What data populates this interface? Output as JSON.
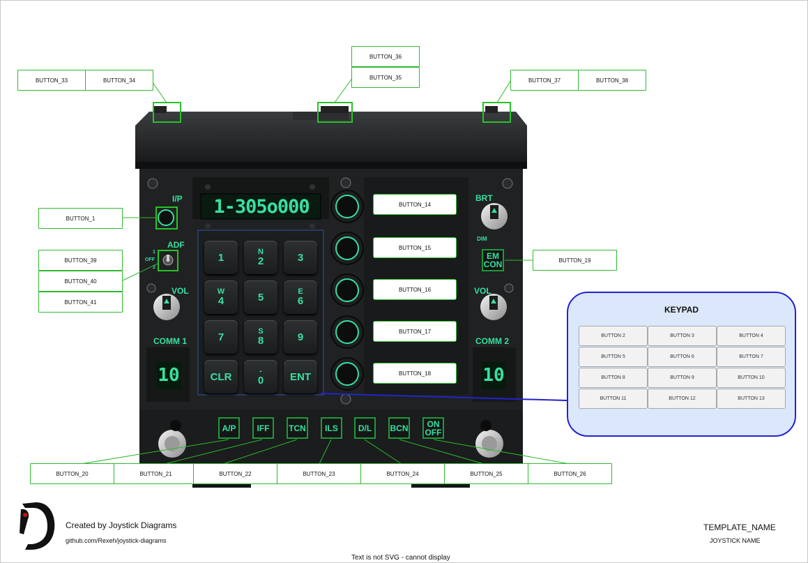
{
  "display": {
    "main": "1-305o000",
    "comm1": "10",
    "comm2": "10"
  },
  "labels": {
    "ip": "I/P",
    "adf": "ADF",
    "adf_1": "1",
    "adf_off": "OFF",
    "adf_2": "2",
    "vol_left": "VOL",
    "vol_right": "VOL",
    "brt": "BRT",
    "dim": "DIM",
    "comm1": "COMM 1",
    "comm2": "COMM 2",
    "em_con_1": "EM",
    "em_con_2": "CON"
  },
  "keypad_keys": [
    {
      "main": "1",
      "top": ""
    },
    {
      "main": "2",
      "top": "N"
    },
    {
      "main": "3",
      "top": ""
    },
    {
      "main": "4",
      "top": "W"
    },
    {
      "main": "5",
      "top": ""
    },
    {
      "main": "6",
      "top": "E"
    },
    {
      "main": "7",
      "top": ""
    },
    {
      "main": "8",
      "top": "S"
    },
    {
      "main": "9",
      "top": ""
    },
    {
      "main": "CLR",
      "top": ""
    },
    {
      "main": "0",
      "top": "-"
    },
    {
      "main": "ENT",
      "top": ""
    }
  ],
  "bottom_buttons": [
    "A/P",
    "IFF",
    "TCN",
    "ILS",
    "D/L",
    "BCN"
  ],
  "onoff": {
    "line1": "ON",
    "line2": "OFF"
  },
  "callouts": {
    "b33": "BUTTON_33",
    "b34": "BUTTON_34",
    "b36": "BUTTON_36",
    "b35": "BUTTON_35",
    "b37": "BUTTON_37",
    "b38": "BUTTON_38",
    "b1": "BUTTON_1",
    "b39": "BUTTON_39",
    "b40": "BUTTON_40",
    "b41": "BUTTON_41",
    "b19": "BUTTON_19",
    "b20": "BUTTON_20",
    "b21": "BUTTON_21",
    "b22": "BUTTON_22",
    "b23": "BUTTON_23",
    "b24": "BUTTON_24",
    "b25": "BUTTON_25",
    "b26": "BUTTON_26"
  },
  "panel_buttons": [
    "BUTTON_14",
    "BUTTON_15",
    "BUTTON_16",
    "BUTTON_17",
    "BUTTON_18"
  ],
  "keypad_legend": {
    "title": "KEYPAD",
    "cells": [
      "BUTTON 2",
      "BUTTON 3",
      "BUTTON 4",
      "BUTTON 5",
      "BUTTON 6",
      "BUTTON 7",
      "BUTTON 8",
      "BUTTON 9",
      "BUTTON 10",
      "BUTTON 11",
      "BUTTON 12",
      "BUTTON 13"
    ]
  },
  "credits": {
    "created_by": "Created by Joystick Diagrams",
    "url": "github.com/Rexeh/joystick-diagrams",
    "template_name": "TEMPLATE_NAME",
    "joystick_name": "JOYSTICK NAME",
    "svg_warning": "Text is not SVG - cannot display",
    "logo_text": "Diagrams"
  },
  "colors": {
    "accent": "#38e0a0",
    "callout_border": "#2fb82f",
    "keypad_border": "#2323cc",
    "keypad_fill": "#dbe8fb"
  }
}
